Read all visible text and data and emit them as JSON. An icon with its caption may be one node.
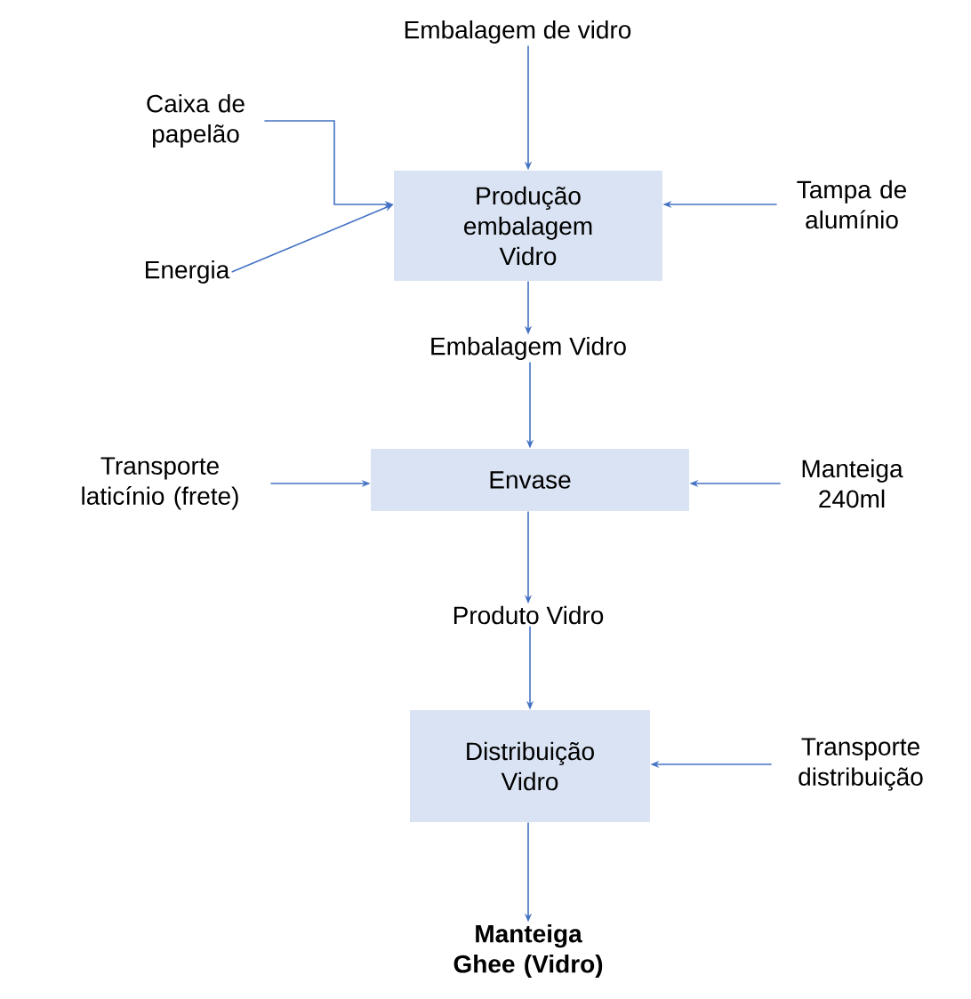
{
  "diagram": {
    "nodes": [
      {
        "text": [
          "Embalagem de vidro"
        ]
      },
      {
        "text": [
          "Caixa de papelão"
        ]
      },
      {
        "text": [
          "Produção embalagem Vidro"
        ]
      },
      {
        "text": [
          "Tampa de alumínio"
        ]
      },
      {
        "text": [
          "Energia"
        ]
      },
      {
        "text": [
          "Embalagem Vidro"
        ]
      },
      {
        "text": [
          "Transporte laticínio (frete)"
        ]
      },
      {
        "text": [
          "Envase"
        ]
      },
      {
        "text": [
          "Manteiga 240ml"
        ]
      },
      {
        "text": [
          "Produto Vidro"
        ]
      },
      {
        "text": [
          "Distribuição Vidro"
        ]
      },
      {
        "text": [
          "Transporte distribuição"
        ]
      },
      {
        "text": [
          "Manteiga Ghee (Vidro)"
        ]
      }
    ],
    "edges": [
      {
        "from": 0,
        "to": 2,
        "arrow": "to"
      },
      {
        "from": 1,
        "to": 2,
        "arrow": "to"
      },
      {
        "from": 4,
        "to": 2,
        "arrow": "to"
      },
      {
        "from": 3,
        "to": 2,
        "arrow": "to"
      },
      {
        "from": 2,
        "to": 5,
        "arrow": "to"
      },
      {
        "from": 5,
        "to": 7,
        "arrow": "to"
      },
      {
        "from": 6,
        "to": 7,
        "arrow": "to"
      },
      {
        "from": 8,
        "to": 7,
        "arrow": "to"
      },
      {
        "from": 7,
        "to": 9,
        "arrow": "to"
      },
      {
        "from": 9,
        "to": 10,
        "arrow": "to"
      },
      {
        "from": 11,
        "to": 10,
        "arrow": "to"
      },
      {
        "from": 10,
        "to": 12,
        "arrow": "to"
      }
    ]
  }
}
